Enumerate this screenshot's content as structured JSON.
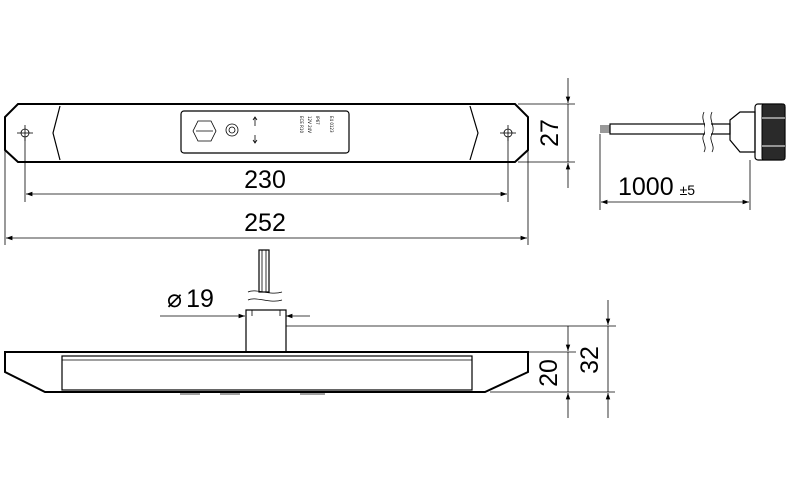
{
  "dimensions": {
    "inner_length": "230",
    "overall_length": "252",
    "height_top": "27",
    "cable_length": "1000",
    "cable_tolerance": "±5",
    "diameter_symbol": "⌀",
    "diameter": "19",
    "body_height": "20",
    "total_height": "32"
  },
  "label_text": {
    "line1": "ECE R10",
    "line2": "12V 24V",
    "line3": "IP67",
    "line4": "E4 0123"
  },
  "icons": [
    "diameter-icon",
    "screw-hole-icon",
    "certification-logo-icon",
    "arrow-icon"
  ]
}
